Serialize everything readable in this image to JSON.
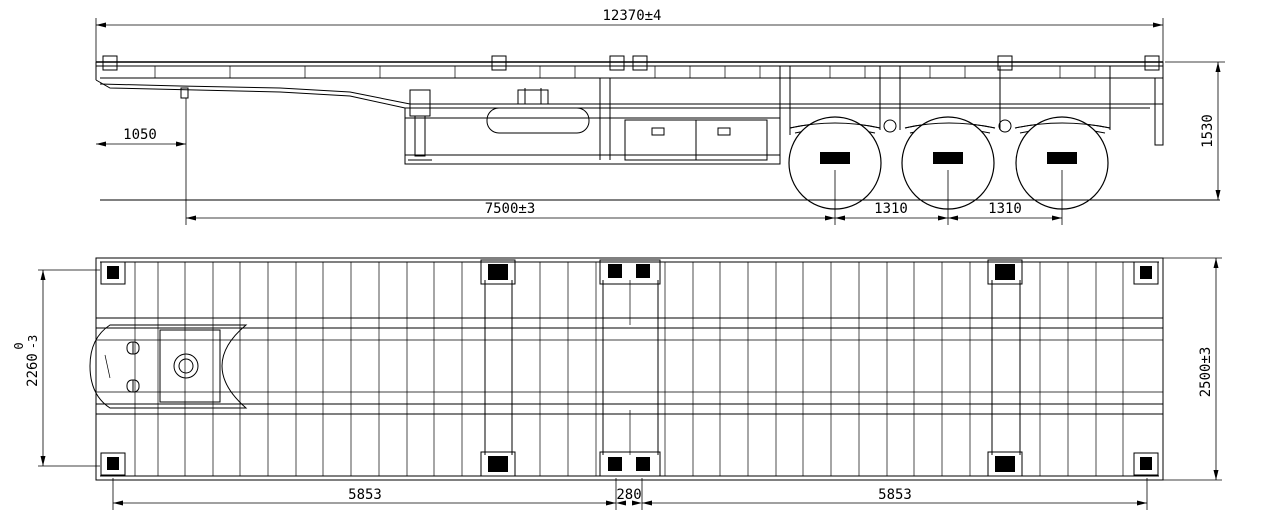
{
  "dimensions": {
    "overall_length": "12370±4",
    "front_overhang": "1050",
    "kingpin_to_axle": "7500±3",
    "axle_spacing_1": "1310",
    "axle_spacing_2": "1310",
    "deck_height": "1530",
    "twistlock_span_width": "2260",
    "twistlock_tol_upper": "0",
    "twistlock_tol_lower": "-3",
    "overall_width": "2500±3",
    "front_section": "5853",
    "center_gap": "280",
    "rear_section": "5853"
  }
}
